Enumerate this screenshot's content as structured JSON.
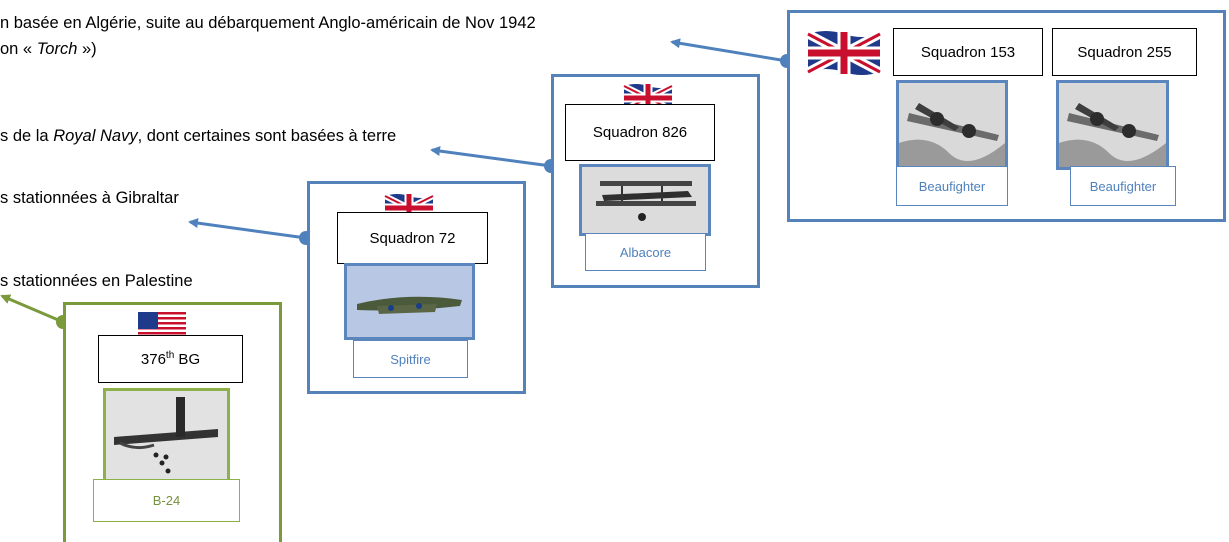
{
  "text": {
    "line1a": "n basée en Algérie, suite au débarquement Anglo-américain de Nov 1942",
    "line1b_pre": "on « ",
    "line1b_em": "Torch",
    "line1b_post": " »)",
    "line2_pre": "s de la ",
    "line2_em": "Royal Navy",
    "line2_post": ", dont certaines sont basées à terre",
    "line3": "s stationnées à Gibraltar",
    "line4": "s stationnées en Palestine"
  },
  "panels": {
    "algeria": {
      "flag_icon": "uk-flag-icon",
      "squadrons": [
        "Squadron 153",
        "Squadron 255"
      ],
      "aircraft": [
        "Beaufighter",
        "Beaufighter"
      ]
    },
    "royal_navy": {
      "flag_icon": "uk-flag-icon",
      "squadron": "Squadron 826",
      "aircraft": "Albacore"
    },
    "gibraltar": {
      "flag_icon": "uk-flag-icon",
      "squadron": "Squadron 72",
      "aircraft": "Spitfire"
    },
    "palestine": {
      "flag_icon": "us-flag-icon",
      "group_num": "376",
      "group_sup": "th",
      "group_suffix": " BG",
      "aircraft": "B-24"
    }
  },
  "colors": {
    "blue_accent": "#5582b9",
    "green_accent": "#7a9a3c",
    "label_blue": "#4f81bd",
    "label_green": "#76923c"
  }
}
